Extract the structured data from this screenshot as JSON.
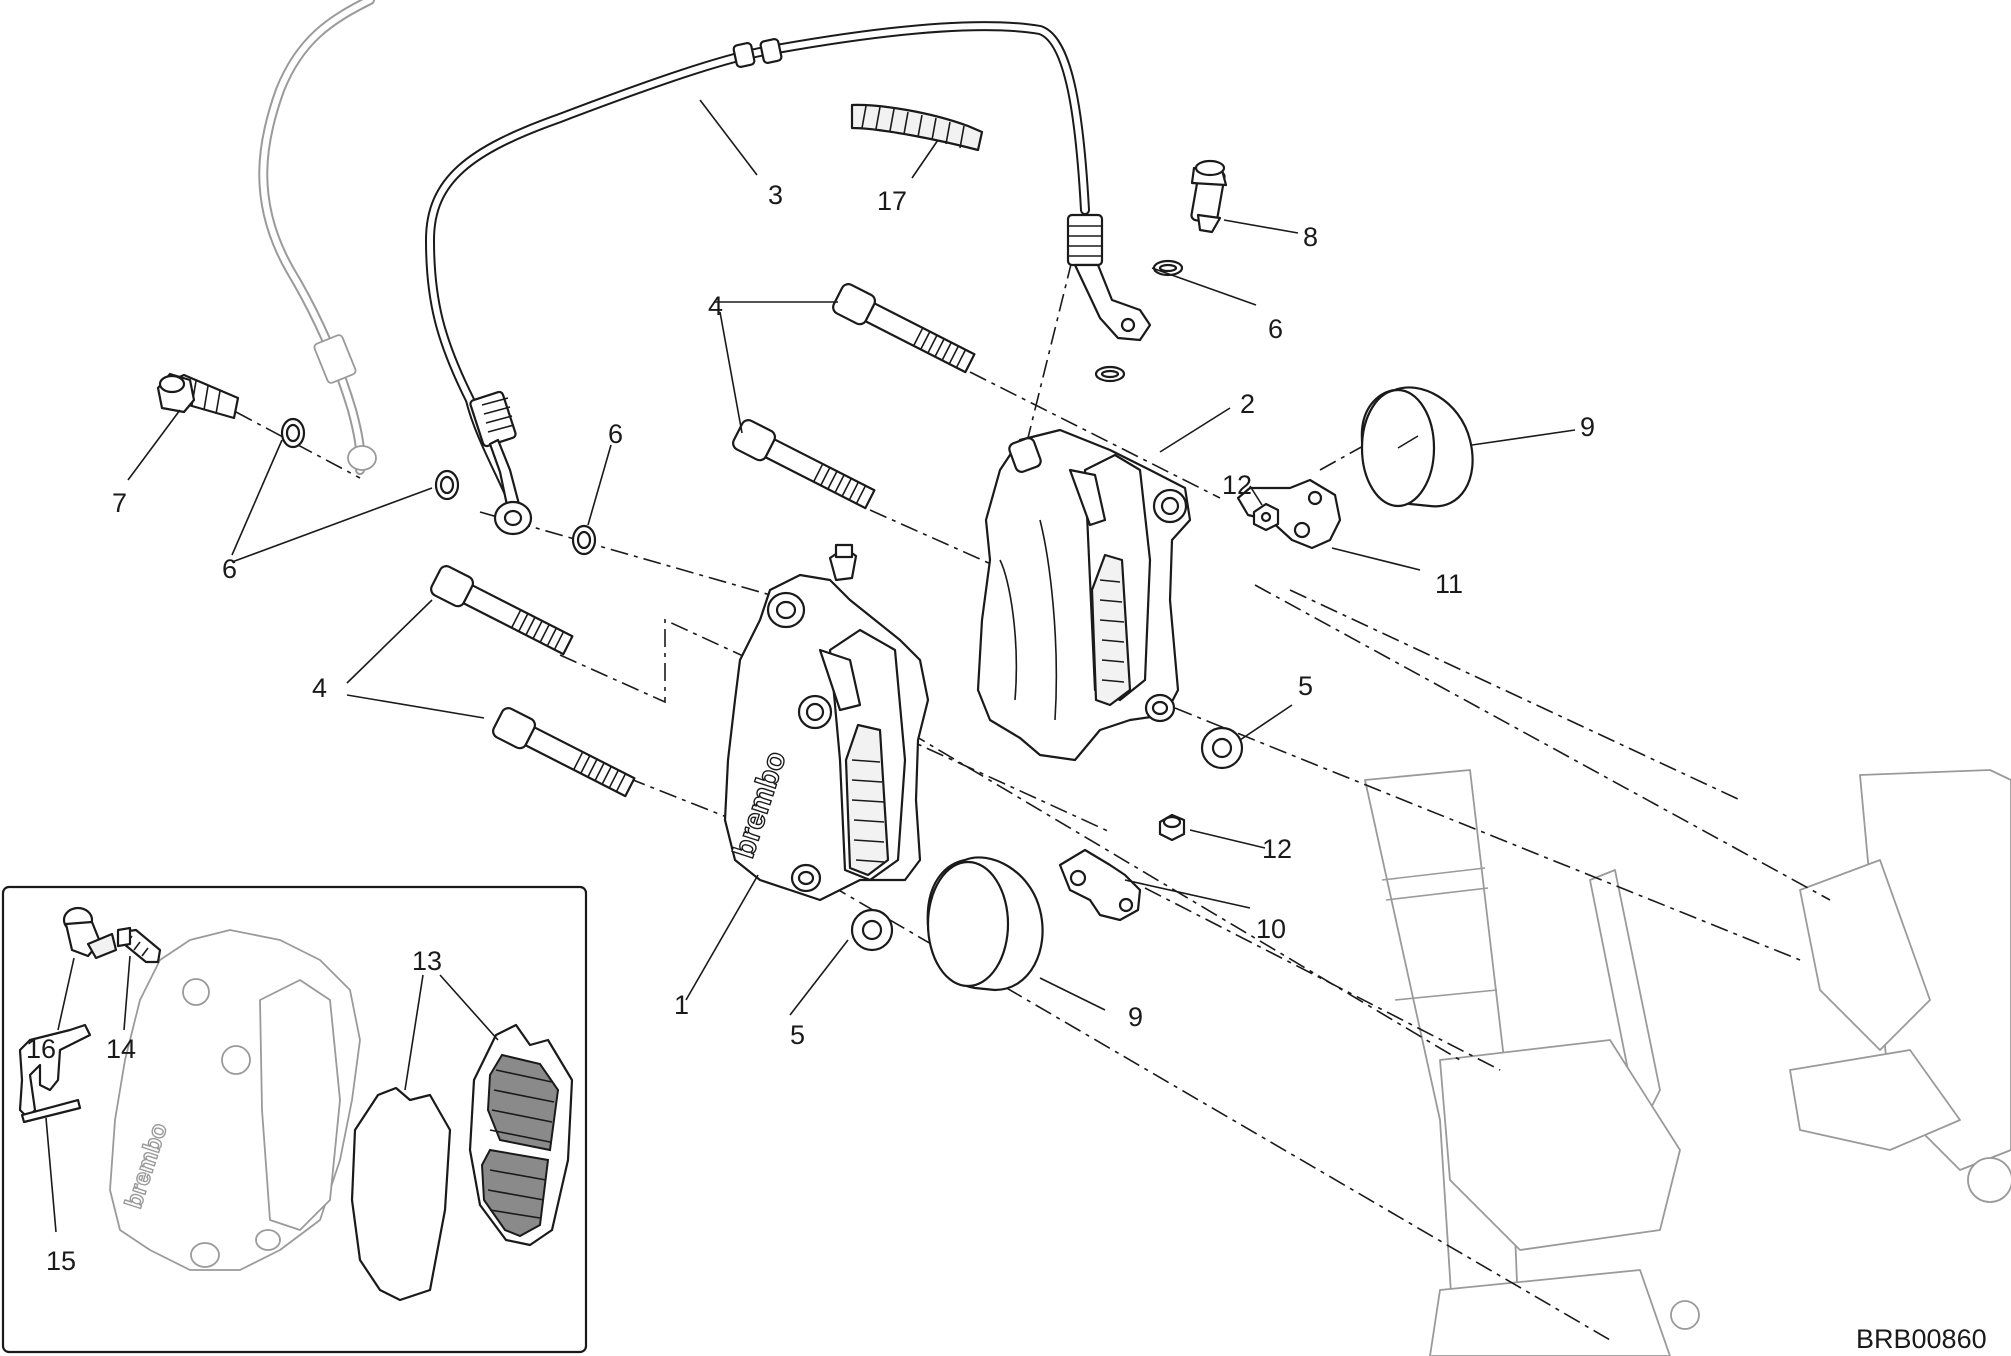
{
  "diagram_code": "BRB00860",
  "brand_mark": "brembo",
  "callouts": {
    "c1": "1",
    "c2": "2",
    "c3": "3",
    "c4_top": "4",
    "c4_mid": "4",
    "c4_low": "4",
    "c5_right": "5",
    "c5_left": "5",
    "c6_top_right": "6",
    "c6_mid": "6",
    "c6_left": "6",
    "c7": "7",
    "c8": "8",
    "c9_top": "9",
    "c9_bottom": "9",
    "c10": "10",
    "c11": "11",
    "c12_top": "12",
    "c12_bottom": "12",
    "c13": "13",
    "c14": "14",
    "c15": "15",
    "c16": "16",
    "c17": "17"
  }
}
